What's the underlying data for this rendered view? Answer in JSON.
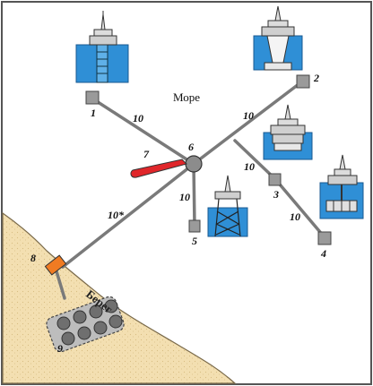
{
  "sea_label": "Море",
  "shore_label": "Берег",
  "node_labels": {
    "n1": "1",
    "n2": "2",
    "n3": "3",
    "n4": "4",
    "n5": "5",
    "n6": "6",
    "n7": "7",
    "n8": "8",
    "n9": "9"
  },
  "pipe_labels": {
    "p_1_6": "10",
    "p_6_2": "10",
    "p_6_5": "10",
    "p_6_8": "10*",
    "p_branch_3": "10",
    "p_3_4": "10"
  },
  "colors": {
    "sea_fill": "#ffffff",
    "shore_fill": "#f3dfb1",
    "pipe": "#7a7a7a",
    "node_fill": "#9a9a9a",
    "water": "#2f8fd6",
    "hub": "#8c8c8c",
    "tanker": "#e0262a",
    "terminal": "#f07b22",
    "storage_area": "#bdbdbd",
    "storage_tank": "#6f6f6f"
  },
  "platform_icons": [
    "jacket-platform-icon",
    "gravity-platform-icon",
    "tension-leg-platform-icon",
    "semi-submersible-platform-icon",
    "jack-up-platform-icon"
  ]
}
